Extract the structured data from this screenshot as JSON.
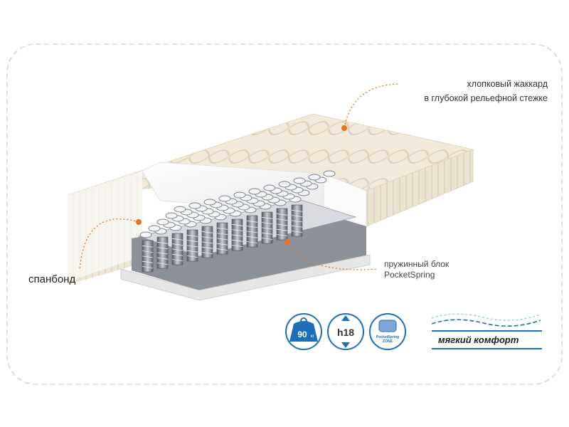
{
  "annotations": {
    "top_cover_line1": "хлопковый жаккард",
    "top_cover_line2": "в глубокой рельефной стежке",
    "side_material": "спанбонд",
    "spring_block_line1": "пружинный блок",
    "spring_block_line2": "PocketSpring"
  },
  "badges": {
    "max_load": "90",
    "max_load_unit": "кг",
    "height": "h18",
    "spring_logo_line1": "PocketSpring",
    "spring_logo_line2": "ZONE",
    "firmness": "мягкий комфорт"
  },
  "colors": {
    "accent_orange": "#e0742a",
    "badge_blue": "#1d6fb8",
    "frame_dash": "#cccccc",
    "quilt": "#efe7d8",
    "spring_dark": "#6d6f75"
  }
}
